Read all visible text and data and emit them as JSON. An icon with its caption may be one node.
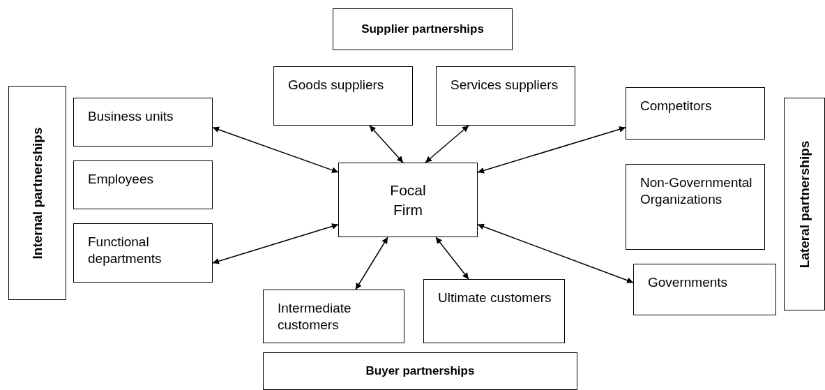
{
  "diagram": {
    "nodes": [
      {
        "text": [
          "Supplier partnerships"
        ]
      },
      {
        "text": [
          "Internal partnerships"
        ]
      },
      {
        "text": [
          "Business units"
        ]
      },
      {
        "text": [
          "Employees"
        ]
      },
      {
        "text": [
          "Functional departments"
        ]
      },
      {
        "text": [
          "Goods suppliers"
        ]
      },
      {
        "text": [
          "Services suppliers"
        ]
      },
      {
        "text": [
          "Focal Firm"
        ]
      },
      {
        "text": [
          "Competitors"
        ]
      },
      {
        "text": [
          "Non-Governmental Organizations"
        ]
      },
      {
        "text": [
          "Lateral partnerships"
        ]
      },
      {
        "text": [
          "Governments"
        ]
      },
      {
        "text": [
          "Intermediate customers"
        ]
      },
      {
        "text": [
          "Ultimate customers"
        ]
      },
      {
        "text": [
          "Buyer partnerships"
        ]
      }
    ],
    "edges": [
      {
        "from": 2,
        "to": 7,
        "arrow": "both"
      },
      {
        "from": 4,
        "to": 7,
        "arrow": "both"
      },
      {
        "from": 5,
        "to": 7,
        "arrow": "both"
      },
      {
        "from": 6,
        "to": 7,
        "arrow": "both"
      },
      {
        "from": 8,
        "to": 7,
        "arrow": "both"
      },
      {
        "from": 11,
        "to": 7,
        "arrow": "both"
      },
      {
        "from": 12,
        "to": 7,
        "arrow": "both"
      },
      {
        "from": 13,
        "to": 7,
        "arrow": "both"
      }
    ]
  }
}
